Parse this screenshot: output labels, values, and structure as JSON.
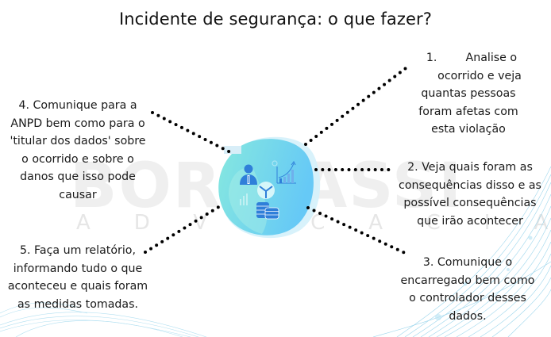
{
  "title": "Incidente de segurança: o que fazer?",
  "watermark": {
    "main": "BORGIASSI",
    "sub": "ADVOCACIA"
  },
  "center_graphic": {
    "icons": [
      "business-person-icon",
      "growth-chart-icon",
      "coin-stack-icon",
      "split-arrows-icon",
      "bar-chart-icon"
    ],
    "colors": {
      "blob_teal": "#7fe3e0",
      "blob_blue": "#6fcff5",
      "icon_blue": "#2f7fd9"
    }
  },
  "steps": [
    {
      "id": 1,
      "lines": [
        "1.        Analise o",
        "ocorrido e veja",
        "quantas pessoas",
        "foram afetas com",
        "esta violação"
      ]
    },
    {
      "id": 2,
      "lines": [
        "2. Veja quais foram as",
        "consequências disso e as",
        "possível consequências",
        "que irão acontecer"
      ]
    },
    {
      "id": 3,
      "lines": [
        "3. Comunique o",
        "encarregado bem como",
        "o controlador desses",
        "dados."
      ]
    },
    {
      "id": 4,
      "lines": [
        "4. Comunique para a",
        "ANPD bem como para o",
        "'titular dos dados' sobre",
        "o ocorrido e sobre o",
        "danos que isso pode",
        "causar"
      ]
    },
    {
      "id": 5,
      "lines": [
        "5. Faça um relatório,",
        "informando tudo o que",
        "aconteceu e quais foram",
        "as medidas tomadas."
      ]
    }
  ],
  "colors": {
    "text": "#1a1a1a",
    "dots": "#000000",
    "wave": "#8fd0ea"
  }
}
